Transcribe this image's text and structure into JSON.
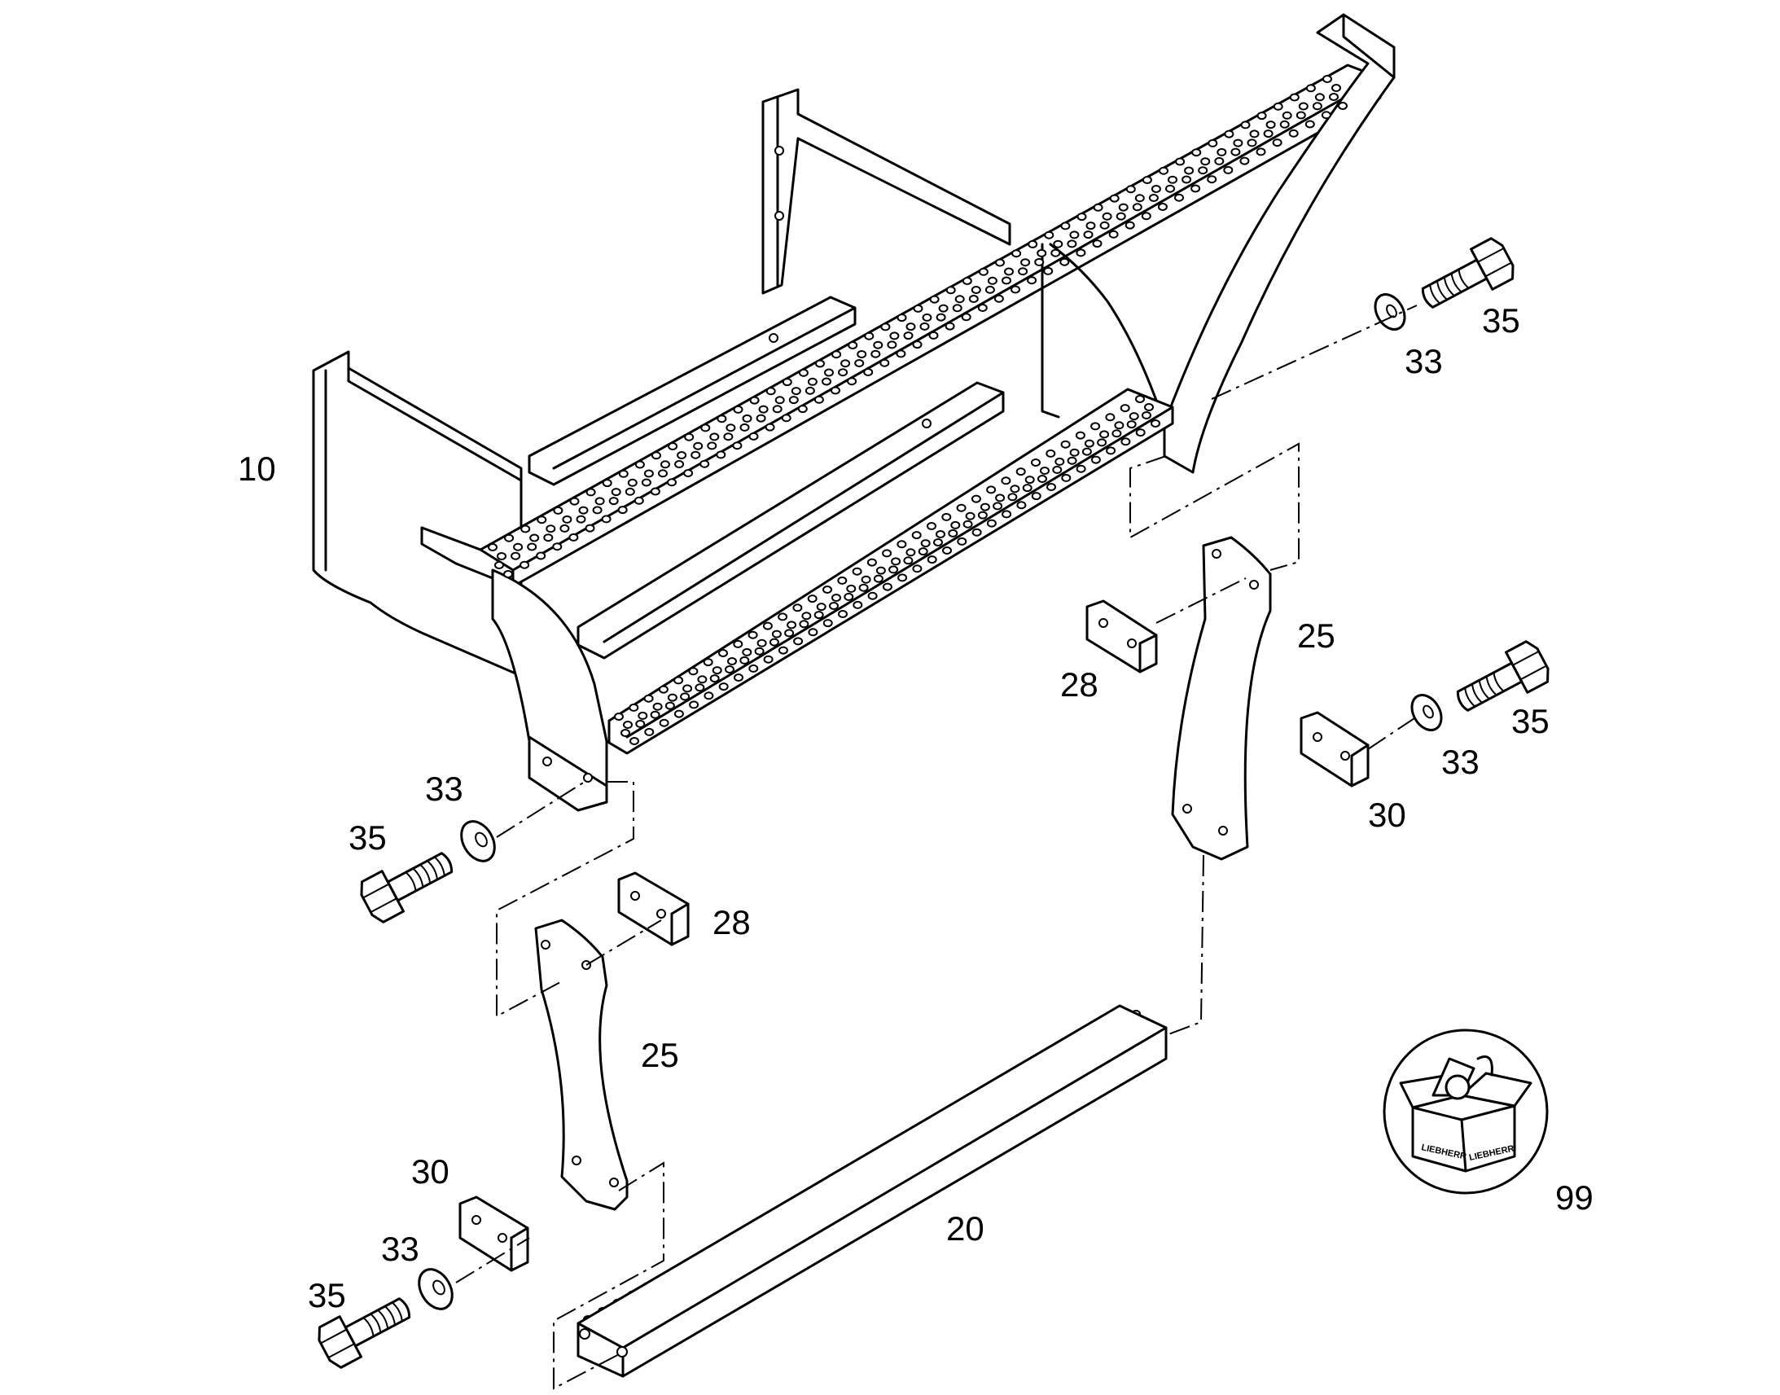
{
  "callouts": [
    {
      "id": "10",
      "text": "10"
    },
    {
      "id": "20",
      "text": "20"
    },
    {
      "id": "25-right",
      "text": "25"
    },
    {
      "id": "25-left",
      "text": "25"
    },
    {
      "id": "28-right",
      "text": "28"
    },
    {
      "id": "28-left",
      "text": "28"
    },
    {
      "id": "30-right",
      "text": "30"
    },
    {
      "id": "30-left",
      "text": "30"
    },
    {
      "id": "33-top",
      "text": "33"
    },
    {
      "id": "33-right",
      "text": "33"
    },
    {
      "id": "33-left-upper",
      "text": "33"
    },
    {
      "id": "33-left-lower",
      "text": "33"
    },
    {
      "id": "35-top",
      "text": "35"
    },
    {
      "id": "35-right",
      "text": "35"
    },
    {
      "id": "35-left-upper",
      "text": "35"
    },
    {
      "id": "35-left-lower",
      "text": "35"
    },
    {
      "id": "99",
      "text": "99"
    }
  ],
  "kit_box": {
    "brand_text": "LIEBHERR"
  },
  "colors": {
    "line": "#000000",
    "background": "#ffffff"
  }
}
